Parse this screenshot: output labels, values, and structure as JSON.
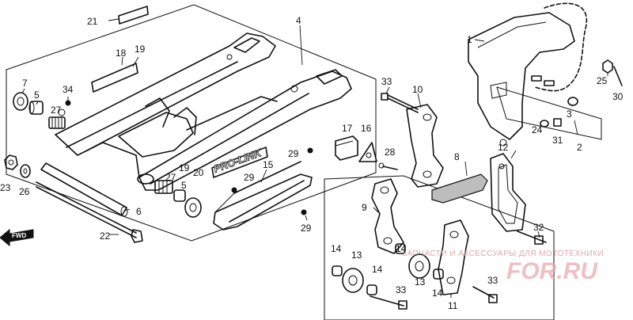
{
  "diagram": {
    "brand_decal": "PRO-LINK",
    "fwd_label": "FWD",
    "watermark": {
      "top_text": "ЗАПЧАСТИ И АКСЕССУАРЫ ДЛЯ МОТОТЕХНИКИ",
      "site": "FOR.RU"
    },
    "callouts": [
      "21",
      "18",
      "19",
      "4",
      "1",
      "7",
      "5",
      "34",
      "27",
      "33",
      "10",
      "25",
      "30",
      "3",
      "24",
      "31",
      "2",
      "17",
      "16",
      "28",
      "29",
      "12",
      "8",
      "23",
      "26",
      "6",
      "22",
      "19",
      "20",
      "29",
      "15",
      "27",
      "5",
      "9",
      "29",
      "32",
      "14",
      "13",
      "14",
      "13",
      "14",
      "33",
      "33",
      "11",
      "14"
    ]
  }
}
